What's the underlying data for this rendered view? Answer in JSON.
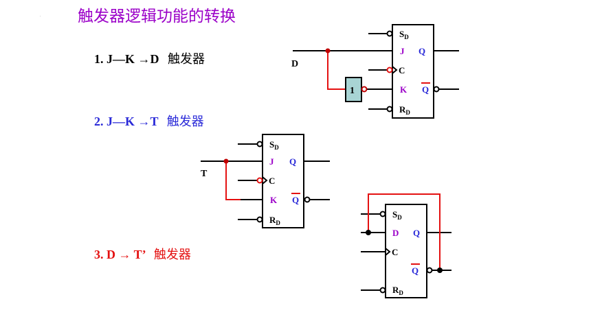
{
  "title": "触发器逻辑功能的转换",
  "dot": ".",
  "items": [
    {
      "number": "1.",
      "formula": "J—K  →D",
      "suffix": "触发器",
      "color": "#000000"
    },
    {
      "number": "2.",
      "formula": "J—K  →T",
      "suffix": "触发器",
      "color": "#2a2ad8"
    },
    {
      "number": "3.",
      "formula": "D  →  T’",
      "suffix": "触发器",
      "color": "#e41010"
    }
  ],
  "circuit1": {
    "input_label": "D",
    "inverter_label": "1",
    "pins": {
      "sd": "S",
      "sd_sub": "D",
      "j": "J",
      "q": "Q",
      "c": "C",
      "k": "K",
      "qbar": "Q",
      "rd": "R",
      "rd_sub": "D"
    }
  },
  "circuit2": {
    "input_label": "T",
    "pins": {
      "sd": "S",
      "sd_sub": "D",
      "j": "J",
      "q": "Q",
      "c": "C",
      "k": "K",
      "qbar": "Q",
      "rd": "R",
      "rd_sub": "D"
    }
  },
  "circuit3": {
    "pins": {
      "sd": "S",
      "sd_sub": "D",
      "d": "D",
      "q": "Q",
      "c": "C",
      "qbar": "Q",
      "rd": "R",
      "rd_sub": "D"
    }
  },
  "colors": {
    "title": "#9b00c8",
    "pin_jk": "#9b00c8",
    "pin_q": "#2a2ad8",
    "pin_d3": "#9b00c8",
    "feedback_wire": "#e41010",
    "inverter_fill": "#a8d4d4",
    "junction": "#c00000"
  }
}
